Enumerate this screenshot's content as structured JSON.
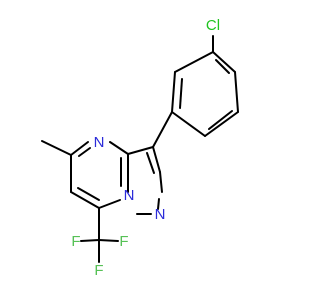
{
  "molecule": {
    "atom_labels": {
      "chlorine": "Cl",
      "n_pyrimidine": "N",
      "n_bridge": "N",
      "n_pyrazole": "N",
      "fluorine_1": "F",
      "fluorine_2": "F",
      "fluorine_3": "F"
    },
    "colors": {
      "bond": "#000000",
      "chlorine": "#1fc41f",
      "nitrogen": "#2b2bd9",
      "fluorine": "#56c156",
      "background": "#ffffff"
    }
  }
}
